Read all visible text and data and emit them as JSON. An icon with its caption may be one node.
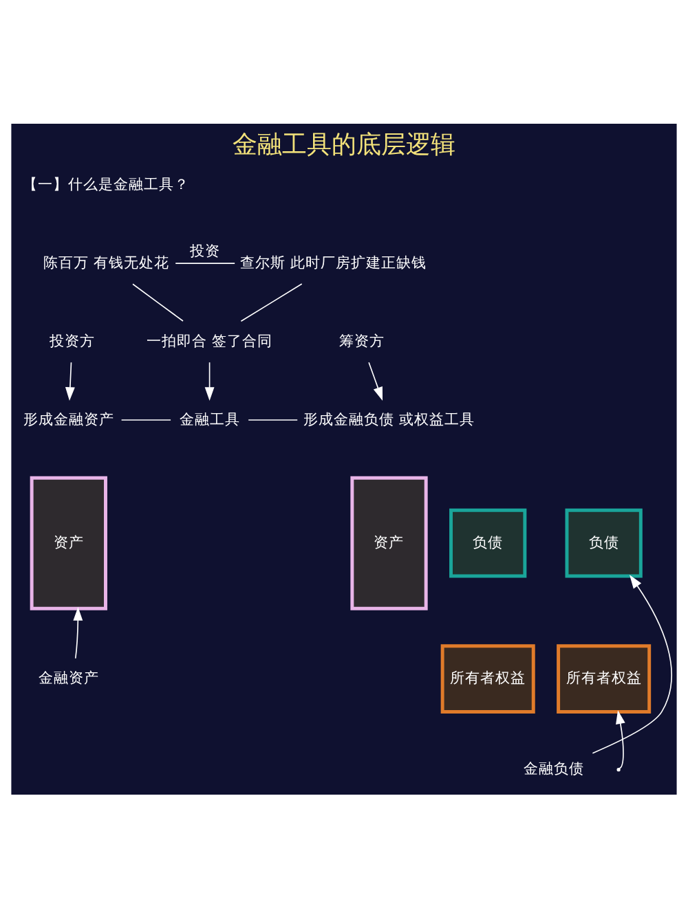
{
  "diagram": {
    "title": "金融工具的底层逻辑",
    "nodes": [
      {
        "text": [
          "陈百万 有钱无处花"
        ]
      },
      {
        "text": [
          "查尔斯 此时厂房扩建正缺钱"
        ]
      },
      {
        "text": [
          "一拍即合 签了合同"
        ]
      },
      {
        "text": [
          "投资方"
        ]
      },
      {
        "text": [
          "筹资方"
        ]
      },
      {
        "text": [
          "形成金融资产"
        ]
      },
      {
        "text": [
          "金融工具"
        ]
      },
      {
        "text": [
          "形成金融负债 或权益工具"
        ]
      },
      {
        "text": [
          "资产"
        ]
      },
      {
        "text": [
          "负债"
        ]
      },
      {
        "text": [
          "所有者权益"
        ]
      },
      {
        "text": [
          "金融资产"
        ]
      },
      {
        "text": [
          "资产"
        ]
      },
      {
        "text": [
          "负债"
        ]
      },
      {
        "text": [
          "所有者权益"
        ]
      },
      {
        "text": [
          "金融负债"
        ]
      }
    ],
    "edges": [
      {
        "from": 0,
        "to": 1,
        "arrow": "none",
        "label": "投资"
      },
      {
        "from": 0,
        "to": 2,
        "arrow": "none"
      },
      {
        "from": 1,
        "to": 2,
        "arrow": "none"
      },
      {
        "from": 3,
        "to": 5,
        "arrow": "to"
      },
      {
        "from": 2,
        "to": 6,
        "arrow": "to"
      },
      {
        "from": 4,
        "to": 7,
        "arrow": "to"
      },
      {
        "from": 5,
        "to": 6,
        "arrow": "none"
      },
      {
        "from": 6,
        "to": 7,
        "arrow": "none"
      },
      {
        "from": 11,
        "to": 8,
        "arrow": "to"
      },
      {
        "from": 15,
        "to": 13,
        "arrow": "to"
      },
      {
        "from": null,
        "to": 14,
        "arrow": "to"
      }
    ],
    "labels": [
      "【一】什么是金融工具？"
    ]
  }
}
